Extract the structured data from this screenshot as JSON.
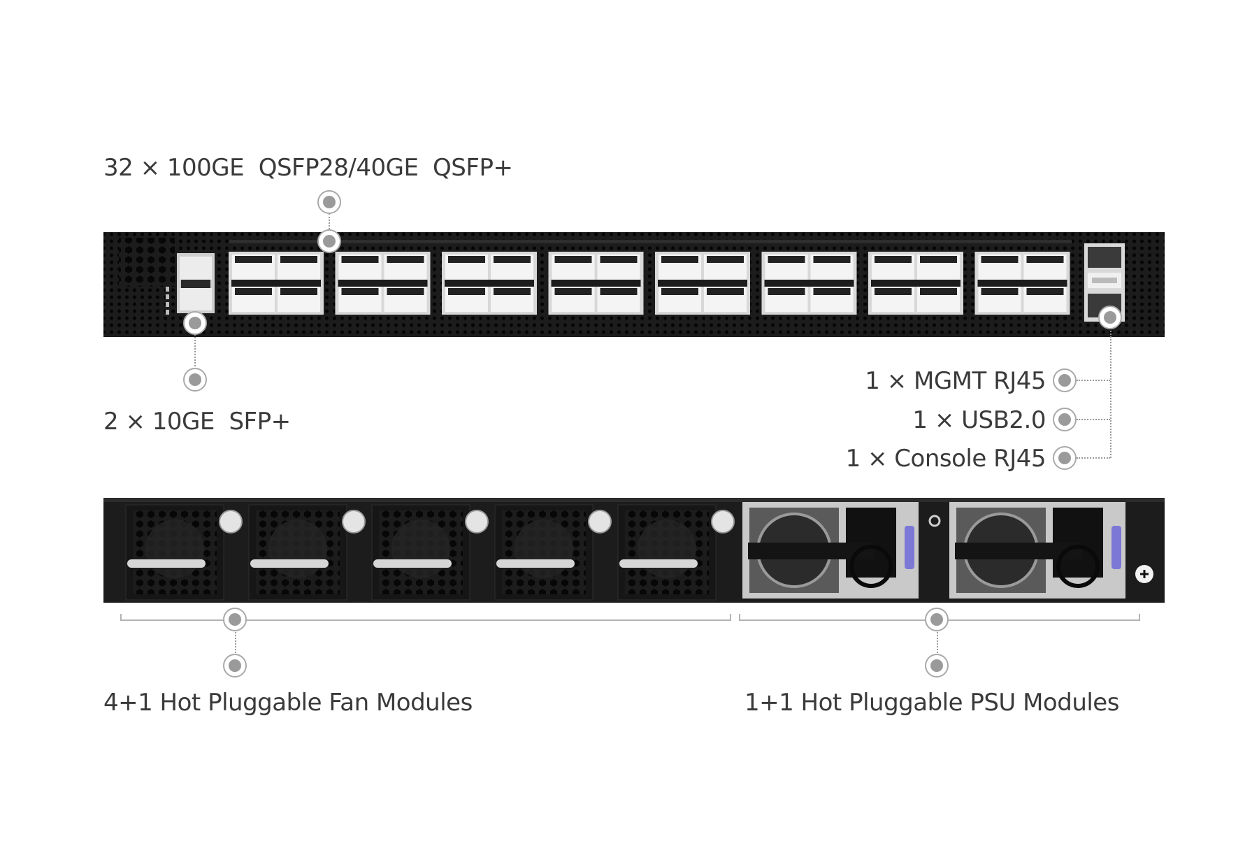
{
  "labels": {
    "qsfp": "32 × 100GE  QSFP28/40GE  QSFP+",
    "sfp": "2 × 10GE  SFP+",
    "mgmt": "1 × MGMT RJ45",
    "usb": "1 × USB2.0",
    "console": "1 × Console RJ45",
    "fan": "4+1 Hot Pluggable Fan Modules",
    "psu": "1+1 Hot Pluggable PSU Modules"
  },
  "colors": {
    "chassis": "#1c1c1c",
    "port_frame": "#d8d8d8",
    "text": "#3a3a3a",
    "psu_latch": "#7b78d6"
  },
  "front_panel": {
    "qsfp_groups": 8,
    "sfp_ports": 2
  },
  "rear_panel": {
    "fan_modules": 5,
    "psu_modules": 2
  }
}
